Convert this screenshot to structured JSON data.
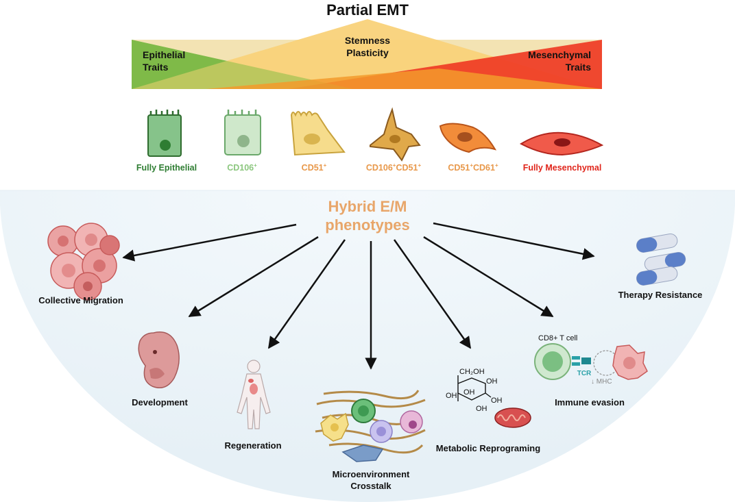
{
  "title": "Partial EMT",
  "gradient": {
    "left": [
      "Epithelial",
      "Traits"
    ],
    "center": [
      "Stemness",
      "Plasticity"
    ],
    "right": [
      "Mesenchymal",
      "Traits"
    ]
  },
  "cells": [
    {
      "name": "Fully Epithelial",
      "sup": "",
      "color": "#2e7d32"
    },
    {
      "name": "CD106",
      "sup": "+",
      "color": "#8cc77f"
    },
    {
      "name": "CD51",
      "sup": "+",
      "color": "#e8984a"
    },
    {
      "name": "CD106",
      "sup": "+",
      "name2": "CD51",
      "sup2": "+",
      "color": "#e8984a"
    },
    {
      "name": "CD51",
      "sup": "+",
      "name2": "CD61",
      "sup2": "+",
      "color": "#e8984a"
    },
    {
      "name": "Fully Mesenchymal",
      "sup": "",
      "color": "#e0251b"
    }
  ],
  "hub": [
    "Hybrid E/M",
    "phenotypes"
  ],
  "outcomes": {
    "collective_migration": "Collective Migration",
    "development": "Development",
    "regeneration": "Regeneration",
    "microenvironment": [
      "Microenvironment",
      "Crosstalk"
    ],
    "metabolic": "Metabolic Reprograming",
    "immune": "Immune evasion",
    "therapy": "Therapy Resistance"
  },
  "immune_detail": {
    "cd8": "CD8+ T cell",
    "tcr": "TCR",
    "mhc": "↓ MHC"
  },
  "glucose": {
    "ch2oh": "CH₂OH",
    "oh": "OH"
  },
  "colors": {
    "epithelial": "#6ab445",
    "mesenchymal": "#ef3b24",
    "center": "#f9d27a",
    "hub": "#e8a66a",
    "background_arc": "#eef5f9"
  }
}
